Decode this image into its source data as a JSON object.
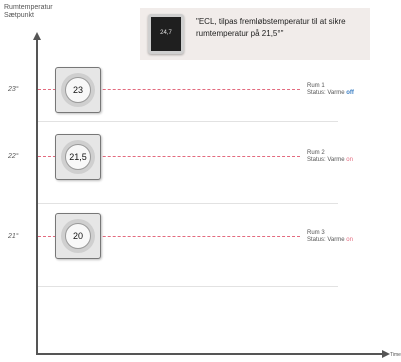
{
  "y_axis_label": [
    "Rumtemperatur",
    "Sætpunkt"
  ],
  "x_axis_label": "Time",
  "callout": {
    "display_value": "24,7",
    "text": "\"ECL, tilpas fremløbstemperatur til at sikre rumtemperatur på 21,5°\""
  },
  "y_ticks": [
    "23°",
    "22°",
    "21°"
  ],
  "thermostats": [
    {
      "setpoint": "23",
      "room": "Rum 1",
      "status_label": "Status: Varme",
      "state": "off"
    },
    {
      "setpoint": "21,5",
      "room": "Rum 2",
      "status_label": "Status: Varme",
      "state": "on"
    },
    {
      "setpoint": "20",
      "room": "Rum 3",
      "status_label": "Status: Varme",
      "state": "on"
    }
  ],
  "colors": {
    "dashed_line": "#e36b7f",
    "state_on": "#e36b7f",
    "state_off": "#3b7fc4"
  }
}
